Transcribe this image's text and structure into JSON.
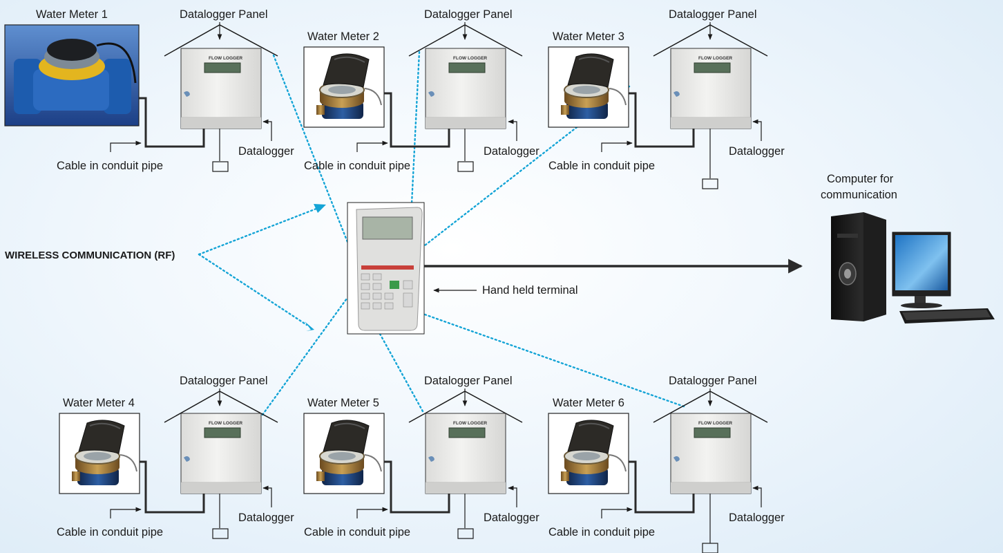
{
  "colors": {
    "rf_link": "#14a4d6",
    "cable": "#2a2a2a",
    "background": "#eaf3fb"
  },
  "units": [
    {
      "meter_label": "Water Meter 1",
      "panel_label": "Datalogger Panel",
      "device_text": "FLOW LOGGER",
      "datalogger_label": "Datalogger",
      "cable_label": "Cable in conduit pipe",
      "meter_type": "large-flanged-meter"
    },
    {
      "meter_label": "Water Meter 2",
      "panel_label": "Datalogger Panel",
      "device_text": "FLOW LOGGER",
      "datalogger_label": "Datalogger",
      "cable_label": "Cable in conduit pipe",
      "meter_type": "small-domestic-meter"
    },
    {
      "meter_label": "Water Meter 3",
      "panel_label": "Datalogger Panel",
      "device_text": "FLOW LOGGER",
      "datalogger_label": "Datalogger",
      "cable_label": "Cable in conduit pipe",
      "meter_type": "small-domestic-meter"
    },
    {
      "meter_label": "Water Meter 4",
      "panel_label": "Datalogger Panel",
      "device_text": "FLOW LOGGER",
      "datalogger_label": "Datalogger",
      "cable_label": "Cable in conduit pipe",
      "meter_type": "small-domestic-meter"
    },
    {
      "meter_label": "Water Meter 5",
      "panel_label": "Datalogger Panel",
      "device_text": "FLOW LOGGER",
      "datalogger_label": "Datalogger",
      "cable_label": "Cable in conduit pipe",
      "meter_type": "small-domestic-meter"
    },
    {
      "meter_label": "Water Meter 6",
      "panel_label": "Datalogger Panel",
      "device_text": "FLOW LOGGER",
      "datalogger_label": "Datalogger",
      "cable_label": "Cable in conduit pipe",
      "meter_type": "small-domestic-meter"
    }
  ],
  "wireless_label": "WIRELESS COMMUNICATION (RF)",
  "terminal_label": "Hand held terminal",
  "computer_label_line1": "Computer for",
  "computer_label_line2": "communication",
  "icons": {
    "terminal": "handheld-terminal-icon",
    "computer": "desktop-computer-icon"
  }
}
